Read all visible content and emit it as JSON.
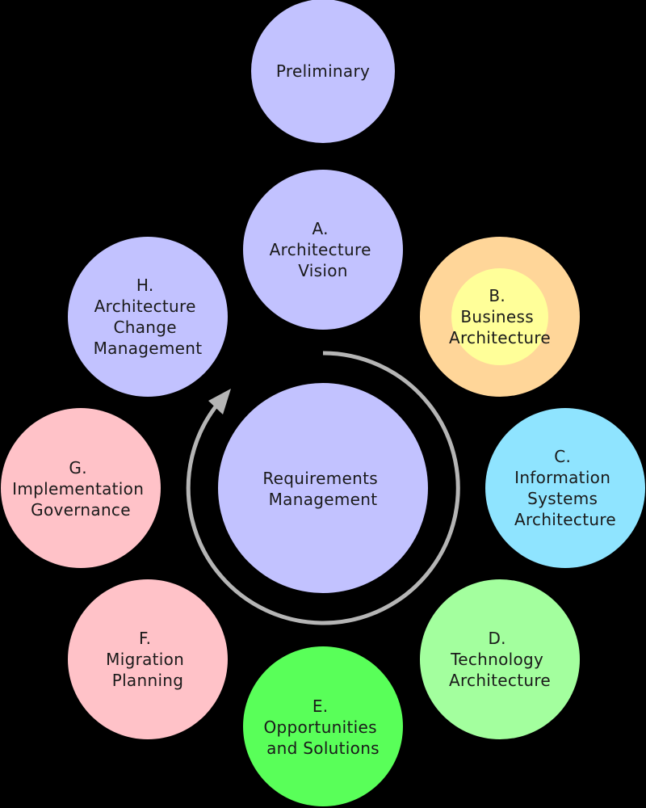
{
  "colors": {
    "background": "#000000",
    "lavender": "#c2c2ff",
    "orange": "#ffd699",
    "yellow": "#ffff99",
    "sky": "#8fe4ff",
    "mint": "#a3ff9e",
    "green": "#59ff59",
    "pink": "#ffc2c8",
    "cycle_arrow": "#b5b5b5"
  },
  "phases": {
    "preliminary": {
      "lines": [
        "Preliminary"
      ]
    },
    "a": {
      "lines": [
        "A.",
        "Architecture",
        "Vision"
      ]
    },
    "b": {
      "lines": [
        "B.",
        "Business",
        "Architecture"
      ]
    },
    "c": {
      "lines": [
        "C.",
        "Information",
        "Systems",
        "Architecture"
      ]
    },
    "d": {
      "lines": [
        "D.",
        "Technology",
        "Architecture"
      ]
    },
    "e": {
      "lines": [
        "E.",
        "Opportunities",
        "and Solutions"
      ]
    },
    "f": {
      "lines": [
        "F.",
        "Migration",
        "Planning"
      ]
    },
    "g": {
      "lines": [
        "G.",
        "Implementation",
        "Governance"
      ]
    },
    "h": {
      "lines": [
        "H.",
        "Architecture",
        "Change",
        "Management"
      ]
    },
    "requirements": {
      "lines": [
        "Requirements",
        "Management"
      ]
    }
  },
  "cycle_arrow": {
    "icon": "circular-arrow-icon",
    "direction": "clockwise"
  }
}
